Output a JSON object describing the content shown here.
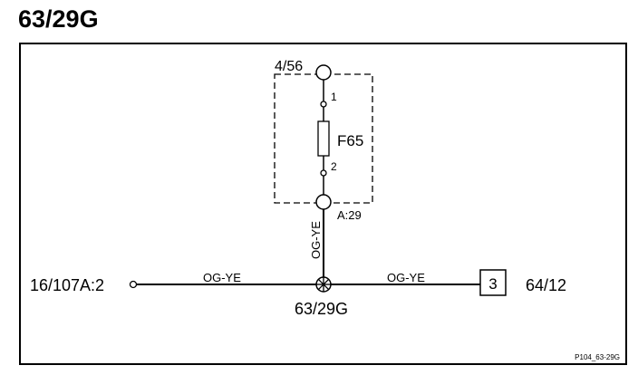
{
  "title": "63/29G",
  "connectors": {
    "top": "4/56",
    "bottom_pin": "A:29",
    "left": "16/107A:2",
    "right": "64/12",
    "right_box": "3"
  },
  "fuse": {
    "name": "F65",
    "pin_top": "1",
    "pin_bottom": "2"
  },
  "wires": {
    "vertical": "OG-YE",
    "left": "OG-YE",
    "right": "OG-YE"
  },
  "splice": "63/29G",
  "reference": "P104_63-29G"
}
